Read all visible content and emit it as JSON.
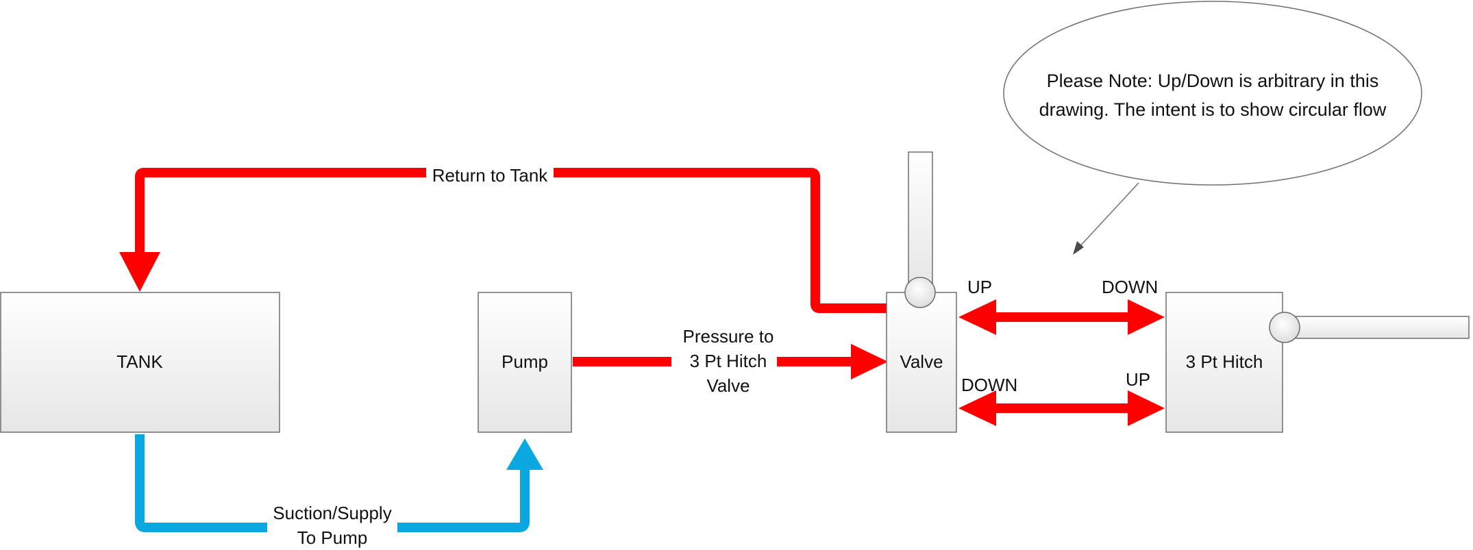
{
  "diagram": {
    "components": {
      "tank": "TANK",
      "pump": "Pump",
      "valve": "Valve",
      "hitch": "3 Pt Hitch"
    },
    "lines": {
      "return_label": "Return to Tank",
      "pressure_label": [
        "Pressure to",
        "3 Pt Hitch",
        "Valve"
      ],
      "suction_label": [
        "Suction/Supply",
        "To Pump"
      ]
    },
    "ports": {
      "valve_up": "UP",
      "valve_down": "DOWN",
      "hitch_down": "DOWN",
      "hitch_up": "UP"
    },
    "callout": {
      "lines": [
        "Please Note: Up/Down is arbitrary in this",
        "drawing.  The intent is to show circular flow"
      ]
    },
    "colors": {
      "pressure_line": "#ff0000",
      "suction_line": "#0aa7e0",
      "box_stroke": "#6e6e6e",
      "box_fill_top": "#ffffff",
      "box_fill_bottom": "#e6e6e6"
    }
  }
}
